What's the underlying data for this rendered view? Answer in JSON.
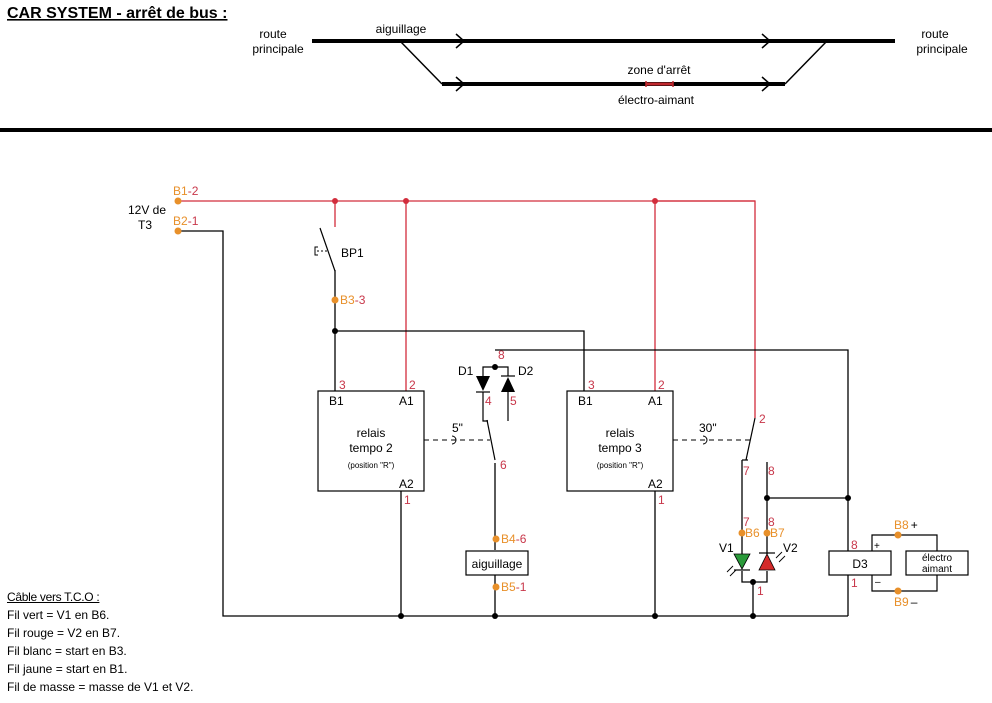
{
  "title": "CAR SYSTEM - arrêt de bus :",
  "track": {
    "left_label": [
      "route",
      "principale"
    ],
    "right_label": [
      "route",
      "principale"
    ],
    "switch_label": "aiguillage",
    "stop_zone_label": "zone d'arrêt",
    "magnet_label": "électro-aimant"
  },
  "supply": {
    "label": [
      "12V de",
      "T3"
    ],
    "terminals": [
      {
        "id": "B1",
        "pin": "2"
      },
      {
        "id": "B2",
        "pin": "1"
      }
    ]
  },
  "bp1": {
    "label": "BP1",
    "terminal": {
      "id": "B3",
      "pin": "3"
    }
  },
  "relay2": {
    "name": [
      "relais",
      "tempo 2"
    ],
    "note": "(position \"R\")",
    "b1": "B1",
    "a1": "A1",
    "a2": "A2",
    "pins": {
      "b1": "3",
      "a1": "2",
      "a2": "1"
    },
    "delay": "5\"",
    "contact_pins": {
      "common": "6",
      "no": "4"
    }
  },
  "diodes": {
    "d1": "D1",
    "d2": "D2",
    "pins": {
      "common": "8",
      "d1": "4",
      "d2": "5"
    }
  },
  "switch_motor": {
    "label": "aiguillage",
    "terminals": [
      {
        "id": "B4",
        "pin": "6"
      },
      {
        "id": "B5",
        "pin": "1"
      }
    ]
  },
  "relay3": {
    "name": [
      "relais",
      "tempo 3"
    ],
    "note": "(position \"R\")",
    "b1": "B1",
    "a1": "A1",
    "a2": "A2",
    "pins": {
      "b1": "3",
      "a1": "2",
      "a2": "1"
    },
    "delay": "30\"",
    "contact_pins": {
      "common": "2",
      "nc": "7",
      "no": "8"
    }
  },
  "leds": {
    "v1": "V1",
    "v2": "V2",
    "v1_color": "#2a9a3a",
    "v2_color": "#d42a2a",
    "terminals": [
      {
        "id": "B6",
        "pin": "7"
      },
      {
        "id": "B7",
        "pin": "8"
      }
    ],
    "common_pin": "1"
  },
  "d3": {
    "label": "D3",
    "pin_top": "8",
    "pin_bottom": "1",
    "plus": "+",
    "minus": "–"
  },
  "magnet": {
    "label": [
      "électro",
      "aimant"
    ],
    "terminals": [
      {
        "id": "B8",
        "sign": "+"
      },
      {
        "id": "B9",
        "sign": "–"
      }
    ]
  },
  "legend": {
    "title": "Câble vers T.C.O :",
    "lines": [
      "Fil vert = V1 en B6.",
      "Fil rouge = V2 en B7.",
      "Fil blanc = start en B3.",
      "Fil jaune = start en B1.",
      "Fil de masse = masse de V1 et V2."
    ]
  },
  "colors": {
    "wire_positive": "#d22d3c",
    "wire_neutral": "#000000",
    "terminal": "#e8902a",
    "pin_number": "#c8374a",
    "magnet_segment": "#c0282e"
  }
}
